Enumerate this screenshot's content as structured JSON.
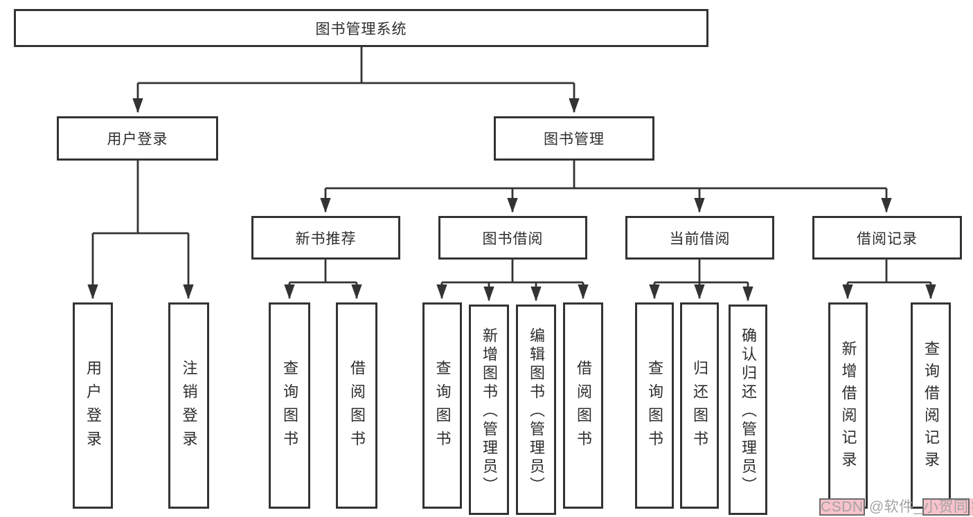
{
  "diagram_title": "图书管理系统",
  "tree": {
    "root": {
      "label": "图书管理系统",
      "children": [
        {
          "label": "用户登录",
          "children": [
            {
              "label": "用户登录"
            },
            {
              "label": "注销登录"
            }
          ]
        },
        {
          "label": "图书管理",
          "children": [
            {
              "label": "新书推荐",
              "children": [
                {
                  "label": "查询图书"
                },
                {
                  "label": "借阅图书"
                }
              ]
            },
            {
              "label": "图书借阅",
              "children": [
                {
                  "label": "查询图书"
                },
                {
                  "label": "新增图书（管理员）"
                },
                {
                  "label": "编辑图书（管理员）"
                },
                {
                  "label": "借阅图书"
                }
              ]
            },
            {
              "label": "当前借阅",
              "children": [
                {
                  "label": "查询图书"
                },
                {
                  "label": "归还图书"
                },
                {
                  "label": "确认归还（管理员）"
                }
              ]
            },
            {
              "label": "借阅记录",
              "children": [
                {
                  "label": "新增借阅记录"
                },
                {
                  "label": "查询借阅记录"
                }
              ]
            }
          ]
        }
      ]
    }
  },
  "watermark": {
    "full_text": "CSDN @软件_小贺同学",
    "parts": [
      "CSDN",
      " @软件_",
      "小贺同",
      "学"
    ]
  },
  "colors": {
    "line": "#333333",
    "box_border": "#333333",
    "box_fill": "#ffffff",
    "watermark_text": "#a3a3a3",
    "watermark_highlight": "#f8c3cb"
  }
}
